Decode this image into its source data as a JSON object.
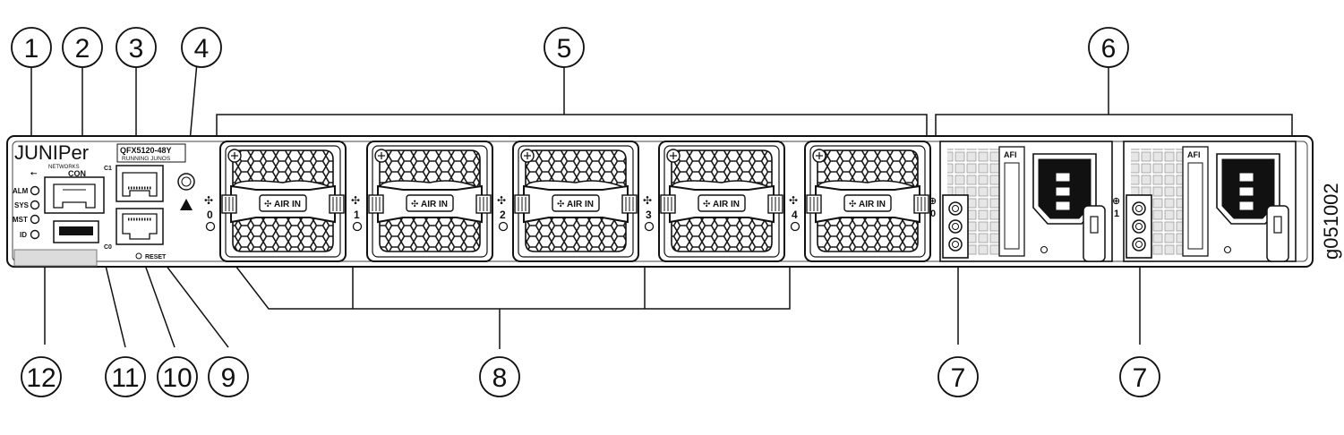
{
  "callouts": [
    "1",
    "2",
    "3",
    "4",
    "5",
    "6",
    "7",
    "7",
    "12",
    "11",
    "10",
    "9",
    "8"
  ],
  "panel": {
    "logo": "JUNIPer",
    "logo_sub": "NETWORKS",
    "model": "QFX5120-48Y",
    "model_sub": "RUNNING JUNOS",
    "con_label": "CON",
    "c1_label": "C1",
    "c0_label": "C0",
    "reset_label": "RESET",
    "leds": [
      "ALM",
      "SYS",
      "MST",
      "ID"
    ]
  },
  "fans": {
    "air_label": "AIR IN",
    "numbers": [
      "0",
      "1",
      "2",
      "3",
      "4"
    ]
  },
  "psus": {
    "afi_label": "AFI",
    "numbers": [
      "0",
      "1"
    ]
  },
  "graphic_id": "g051002"
}
